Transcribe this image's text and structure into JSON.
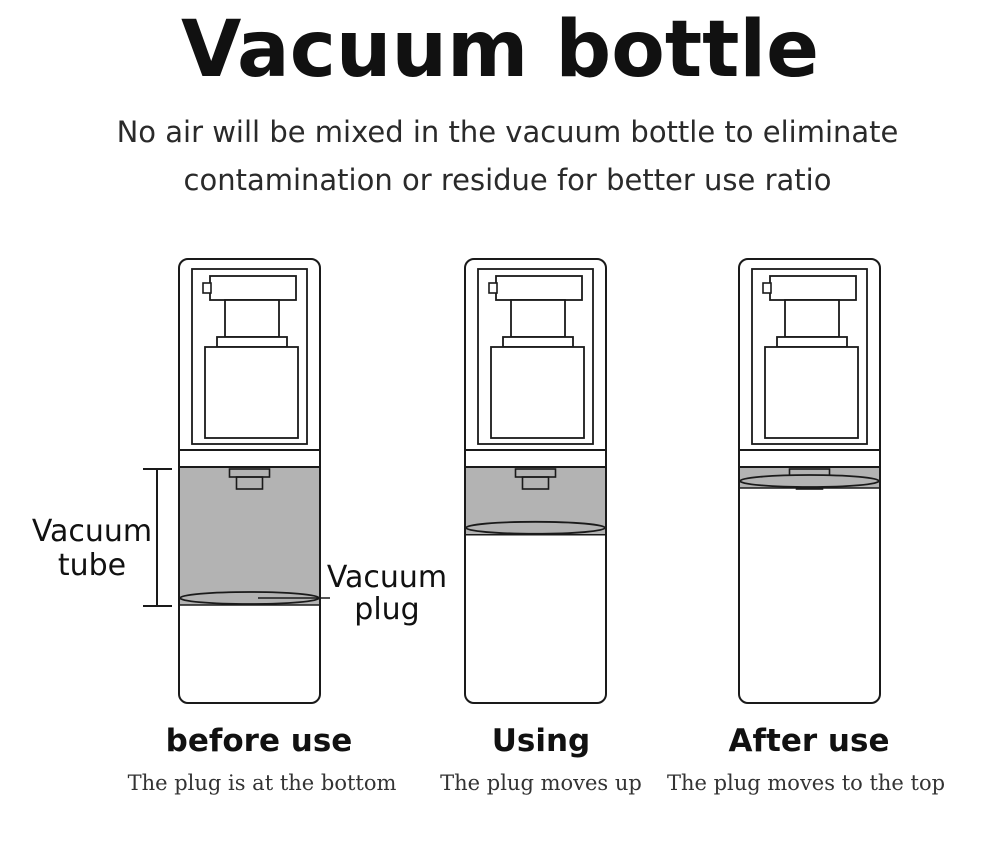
{
  "title": "Vacuum bottle",
  "subtitle": {
    "line1": "No air will be mixed in the vacuum bottle to eliminate",
    "line2": "contamination or residue for better use ratio"
  },
  "annotations": {
    "tube_line1": "Vacuum",
    "tube_line2": "tube",
    "plug_line1": "Vacuum",
    "plug_line2": "plug"
  },
  "stages": [
    {
      "label": "before use",
      "description": "The plug is at the bottom",
      "plug_level": 0.0
    },
    {
      "label": "Using",
      "description": "The plug moves up",
      "plug_level": 0.6
    },
    {
      "label": "After use",
      "description": "The plug moves to the top",
      "plug_level": 1.0
    }
  ],
  "colors": {
    "outline": "#1a1a1a",
    "vacuum_fill": "#b3b3b3",
    "background": "#ffffff"
  }
}
